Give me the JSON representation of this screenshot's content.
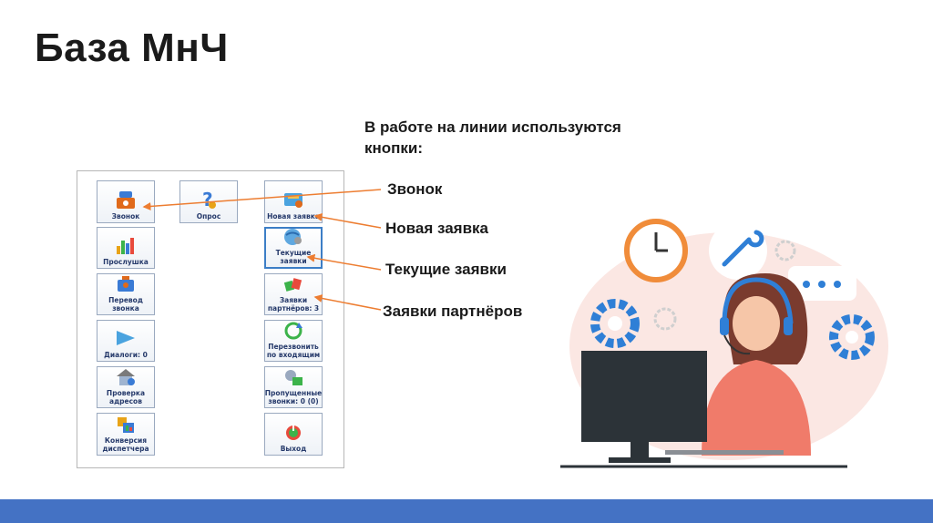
{
  "slide": {
    "title": "База МнЧ",
    "intro": "В работе на линии используются кнопки:"
  },
  "callouts": [
    "Звонок",
    "Новая заявка",
    "Текущие заявки",
    "Заявки партнёров"
  ],
  "panel": {
    "buttons": [
      {
        "label": "Звонок",
        "icon": "phone-icon"
      },
      {
        "label": "Опрос",
        "icon": "question-icon"
      },
      {
        "label": "Новая заявка",
        "icon": "new-request-icon"
      },
      {
        "label": "Прослушка",
        "icon": "bar-chart-icon"
      },
      {
        "label": "Текущие заявки",
        "icon": "globe-icon"
      },
      {
        "label": "Перевод звонка",
        "icon": "transfer-icon"
      },
      {
        "label": "Заявки партнёров: 3",
        "icon": "partners-icon"
      },
      {
        "label": "Диалоги: 0",
        "icon": "play-arrow-icon"
      },
      {
        "label": "Перезвонить по входящим",
        "icon": "refresh-icon"
      },
      {
        "label": "Проверка адресов",
        "icon": "house-icon"
      },
      {
        "label": "Пропущенные звонки: 0 (0)",
        "icon": "missed-call-icon"
      },
      {
        "label": "Конверсия диспетчера",
        "icon": "conversion-icon"
      },
      {
        "label": "Выход",
        "icon": "power-icon"
      }
    ]
  },
  "colors": {
    "accent_arrow": "#ed7d31",
    "bottom_bar": "#4472c4",
    "button_text": "#263a6b",
    "illustration_blue": "#2f7fd6"
  }
}
